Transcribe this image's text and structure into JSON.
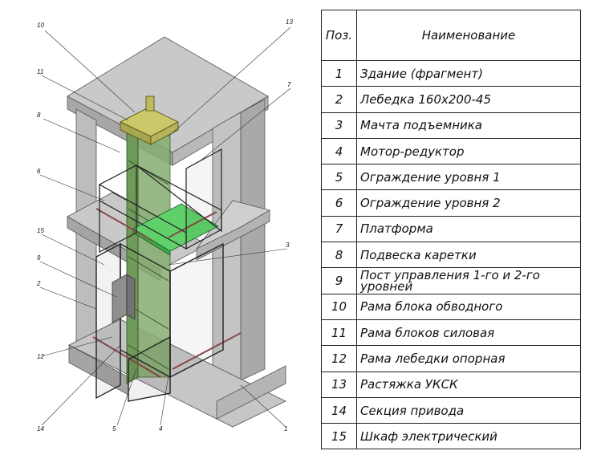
{
  "table": {
    "header": {
      "pos": "Поз.",
      "name": "Наименование"
    },
    "rows": [
      {
        "pos": "1",
        "name": "Здание (фрагмент)"
      },
      {
        "pos": "2",
        "name": "Лебедка 160х200-45"
      },
      {
        "pos": "3",
        "name": "Мачта подъемника"
      },
      {
        "pos": "4",
        "name": "Мотор-редуктор"
      },
      {
        "pos": "5",
        "name": "Ограждение уровня 1"
      },
      {
        "pos": "6",
        "name": "Ограждение уровня 2"
      },
      {
        "pos": "7",
        "name": "Платформа"
      },
      {
        "pos": "8",
        "name": "Подвеска каретки"
      },
      {
        "pos": "9",
        "name": "Пост управления 1-го и 2-го уровней"
      },
      {
        "pos": "10",
        "name": "Рама блока обводного"
      },
      {
        "pos": "11",
        "name": "Рама блоков силовая"
      },
      {
        "pos": "12",
        "name": "Рама лебедки опорная"
      },
      {
        "pos": "13",
        "name": "Растяжка УКСК"
      },
      {
        "pos": "14",
        "name": "Секция привода"
      },
      {
        "pos": "15",
        "name": "Шкаф электрический"
      }
    ]
  },
  "callouts": [
    "10",
    "13",
    "11",
    "7",
    "8",
    "6",
    "15",
    "3",
    "9",
    "2",
    "12",
    "14",
    "5",
    "4",
    "1"
  ],
  "colors": {
    "concrete": "#c8c8c8",
    "concrete_dark": "#a4a4a4",
    "mast": "#6f9a5a",
    "platform": "#5fd06a",
    "rail": "#c08a8a",
    "fence": "#333333"
  }
}
